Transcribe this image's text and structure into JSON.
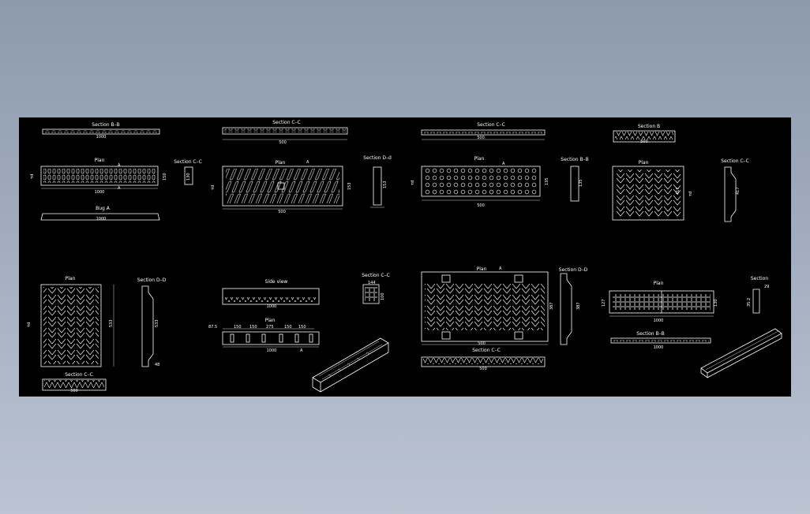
{
  "colors": {
    "background": "#000000",
    "lines": "#ffffff",
    "page": "#9aa6b8"
  },
  "drawings": {
    "d1": {
      "section_top": "Section B–B",
      "dim_top": "1000",
      "plan": "Plan",
      "dim_plan": "1000",
      "a1": "A",
      "a2": "A",
      "left": "τd",
      "dim_side": "150",
      "section_right": "Section C–C",
      "dim_section_right": "130",
      "bottom_title": "Bug A",
      "dim_bottom": "1000"
    },
    "d2": {
      "section_top": "Section C–C",
      "dim_top": "500",
      "plan": "Plan",
      "a1": "A",
      "dim_plan": "500",
      "dim_side": "153",
      "left": "τd",
      "section_right": "Section D–d",
      "dim_section_right": "153"
    },
    "d3": {
      "section_top": "Section C–C",
      "dim_top": "500",
      "plan": "Plan",
      "a1": "A",
      "dim_plan": "500",
      "left": "τd",
      "dim_side": "135",
      "section_right": "Section B–B",
      "dim_section_right": "135"
    },
    "d4": {
      "section_top": "Section B",
      "dim_top": "500",
      "plan": "Plan",
      "dim_side": "417",
      "left": "τd",
      "section_right": "Section C–C",
      "dim_section_right": "417"
    },
    "d5": {
      "plan": "Plan",
      "left": "τd",
      "dim_side": "533",
      "section_right": "Section D–D",
      "dim_section_right": "533",
      "dim_bottom_right": "48",
      "section_bottom": "Section C–C",
      "dim_bottom": "500"
    },
    "d6": {
      "side_view": "Side view",
      "dim_side": "1000",
      "plan": "Plan",
      "dims": [
        "87.5",
        "150",
        "150",
        "275",
        "150",
        "150"
      ],
      "dim_plan": "1000",
      "a1": "A",
      "section_right": "Section C–C",
      "dim_section_top": "144",
      "dim_section_side": "100"
    },
    "d7": {
      "plan": "Plan",
      "a1": "A",
      "dim_plan": "500",
      "dim_side": "387",
      "section_right": "Section D–D",
      "dim_section_right": "387",
      "section_bottom": "Section C–C",
      "dim_bottom": "500"
    },
    "d8": {
      "plan": "Plan",
      "dim_plan": "1000",
      "dim_side": "130",
      "left": "127",
      "section_bottom": "Section B–B",
      "dim_bottom": "1000",
      "section_right": "Section",
      "dim_section_top": "29",
      "dim_section_side": "35.2"
    }
  }
}
